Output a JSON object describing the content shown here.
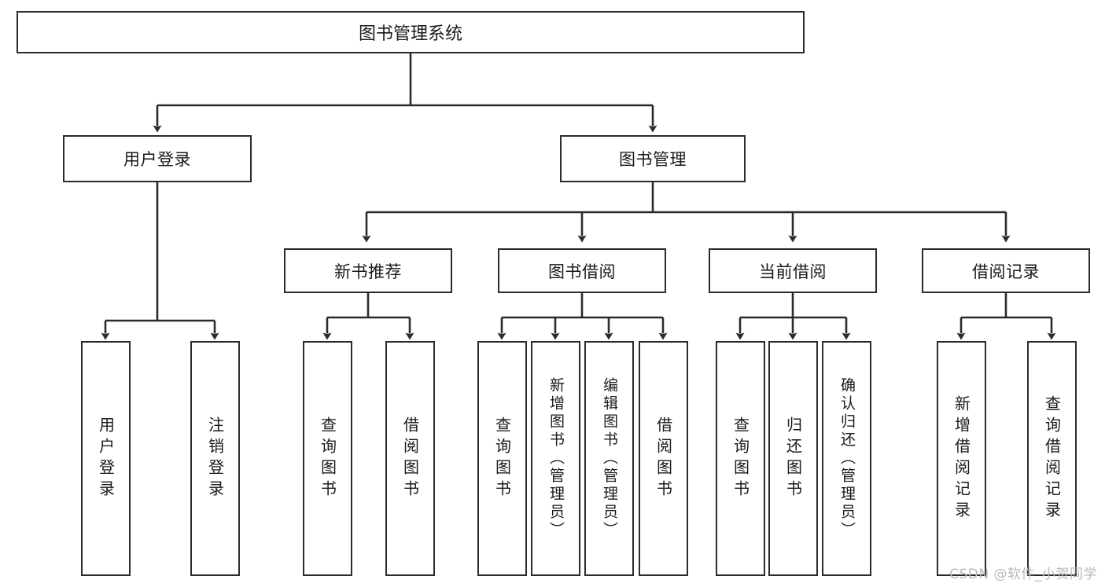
{
  "diagram": {
    "type": "tree-hierarchy-chart",
    "title_node": {
      "id": "root",
      "label": "图书管理系统"
    },
    "level2": [
      {
        "id": "login",
        "label": "用户登录"
      },
      {
        "id": "bookmgmt",
        "label": "图书管理"
      }
    ],
    "level3": [
      {
        "id": "newbook",
        "label": "新书推荐",
        "parent": "bookmgmt"
      },
      {
        "id": "borrow",
        "label": "图书借阅",
        "parent": "bookmgmt"
      },
      {
        "id": "current",
        "label": "当前借阅",
        "parent": "bookmgmt"
      },
      {
        "id": "records",
        "label": "借阅记录",
        "parent": "bookmgmt"
      }
    ],
    "leaves": {
      "login": [
        {
          "id": "leaf-user-login",
          "label": "用户登录"
        },
        {
          "id": "leaf-logout",
          "label": "注销登录"
        }
      ],
      "newbook": [
        {
          "id": "leaf-query-book-1",
          "label": "查询图书"
        },
        {
          "id": "leaf-borrow-book-1",
          "label": "借阅图书"
        }
      ],
      "borrow": [
        {
          "id": "leaf-query-book-2",
          "label": "查询图书"
        },
        {
          "id": "leaf-add-book",
          "label": "新增图书（管理员）"
        },
        {
          "id": "leaf-edit-book",
          "label": "编辑图书（管理员）"
        },
        {
          "id": "leaf-borrow-book-2",
          "label": "借阅图书"
        }
      ],
      "current": [
        {
          "id": "leaf-query-book-3",
          "label": "查询图书"
        },
        {
          "id": "leaf-return-book",
          "label": "归还图书"
        },
        {
          "id": "leaf-confirm-return",
          "label": "确认归还（管理员）"
        }
      ],
      "records": [
        {
          "id": "leaf-add-record",
          "label": "新增借阅记录"
        },
        {
          "id": "leaf-query-record",
          "label": "查询借阅记录"
        }
      ]
    },
    "colors": {
      "stroke": "#2b2b2b",
      "fill": "#ffffff",
      "text": "#1a1a1a",
      "watermark": "#b9b9b9"
    }
  },
  "watermark": {
    "text": "CSDN @软件_小贺同学"
  }
}
